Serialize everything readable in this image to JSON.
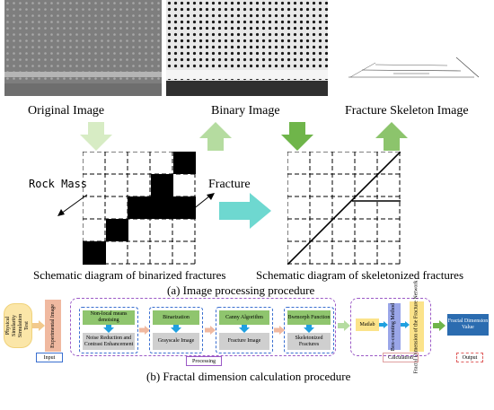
{
  "top_images": {
    "original_label": "Original Image",
    "binary_label": "Binary Image",
    "skeleton_label": "Fracture Skeleton Image"
  },
  "grids": {
    "rock_mass_label": "Rock Mass",
    "fracture_label": "Fracture",
    "binarized_caption": "Schematic diagram of binarized fractures",
    "skeletonized_caption": "Schematic diagram of skeletonized fractures"
  },
  "caption_a": "(a) Image processing procedure",
  "caption_b": "(b) Fractal dimension calculation procedure",
  "process": {
    "physical_test": "Physical Similarity Simulation Test",
    "experimental_image": "Experimental Image",
    "steps": [
      {
        "top": "Non-local means denoising",
        "bottom": "Noise Reduction and Contrast Enhancement"
      },
      {
        "top": "Binarization",
        "bottom": "Grayscale Image"
      },
      {
        "top": "Canny Algorithm",
        "bottom": "Fracture Image"
      },
      {
        "top": "Bwmorph Function",
        "bottom": "Skeletonized Fractures"
      }
    ],
    "matlab": "Matlab",
    "box_counting": "Box-counting Method",
    "fractal_dimension_network": "Fractal Dimension of the Fracture Network",
    "fractal_value": "Fractal Dimension Value",
    "stage_input": "Input",
    "stage_processing": "Processing",
    "stage_calculation": "Calculation",
    "stage_output": "Output"
  },
  "colors": {
    "light_green": "#d7ecc4",
    "mid_green": "#8cc46c",
    "dark_green": "#5fa83c",
    "teal_arrow": "#6ed8d0",
    "blue_arrow": "#1fa0e0",
    "salmon": "#f0b9a0",
    "yellow": "#fbe38a",
    "purple_dash": "#9b59c6",
    "blue_dash": "#3a6fd0",
    "red_dash": "#e06060",
    "dark_blue": "#2b6cb0"
  }
}
